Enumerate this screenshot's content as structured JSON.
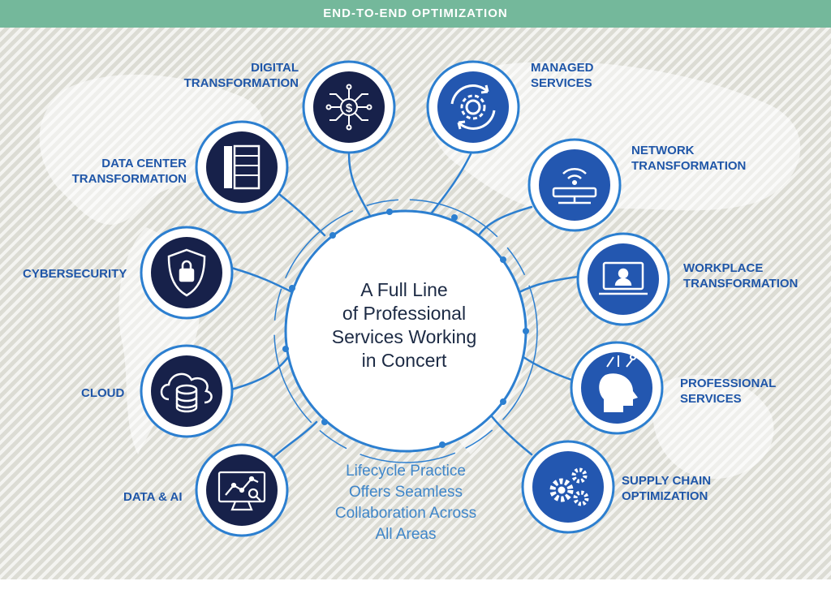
{
  "banner": {
    "title": "END-TO-END OPTIMIZATION"
  },
  "center": {
    "title": "A Full Line\nof Professional\nServices Working\nin Concert",
    "caption": "Lifecycle Practice\nOffers Seamless\nCollaboration Across\nAll Areas"
  },
  "services": [
    {
      "label": "DIGITAL\nTRANSFORMATION",
      "icon": "digital-circuit-dollar-icon"
    },
    {
      "label": "MANAGED\nSERVICES",
      "icon": "gear-cycle-icon"
    },
    {
      "label": "NETWORK\nTRANSFORMATION",
      "icon": "router-wifi-icon"
    },
    {
      "label": "WORKPLACE\nTRANSFORMATION",
      "icon": "laptop-user-icon"
    },
    {
      "label": "PROFESSIONAL\nSERVICES",
      "icon": "head-ideas-icon"
    },
    {
      "label": "SUPPLY CHAIN\nOPTIMIZATION",
      "icon": "gears-icon"
    },
    {
      "label": "DATA & AI",
      "icon": "monitor-chart-icon"
    },
    {
      "label": "CLOUD",
      "icon": "cloud-database-icon"
    },
    {
      "label": "CYBERSECURITY",
      "icon": "shield-lock-icon"
    },
    {
      "label": "DATA CENTER\nTRANSFORMATION",
      "icon": "server-rack-icon"
    }
  ],
  "colors": {
    "banner": "#74b89b",
    "accent_blue": "#1f56a8",
    "ring_blue": "#2c7fd0",
    "icon_navy": "#17214a",
    "icon_blue": "#2357b0",
    "caption_blue": "#3f86c9"
  }
}
